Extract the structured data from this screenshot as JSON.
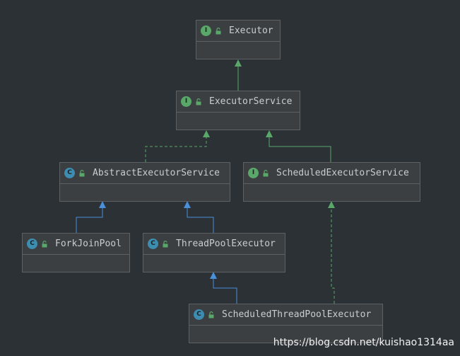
{
  "nodes": {
    "executor": {
      "name": "Executor",
      "kind": "interface",
      "badge": "I"
    },
    "executor_service": {
      "name": "ExecutorService",
      "kind": "interface",
      "badge": "I"
    },
    "abstract_executor_service": {
      "name": "AbstractExecutorService",
      "kind": "abstract-class",
      "badge": "C"
    },
    "scheduled_executor_service": {
      "name": "ScheduledExecutorService",
      "kind": "interface",
      "badge": "I"
    },
    "fork_join_pool": {
      "name": "ForkJoinPool",
      "kind": "class",
      "badge": "C"
    },
    "thread_pool_executor": {
      "name": "ThreadPoolExecutor",
      "kind": "class",
      "badge": "C"
    },
    "scheduled_thread_pool_executor": {
      "name": "ScheduledThreadPoolExecutor",
      "kind": "class",
      "badge": "C"
    }
  },
  "edges": [
    {
      "from": "executor_service",
      "to": "executor",
      "type": "extends",
      "style": "solid",
      "color": "#59a869"
    },
    {
      "from": "abstract_executor_service",
      "to": "executor_service",
      "type": "implements",
      "style": "dashed",
      "color": "#59a869"
    },
    {
      "from": "scheduled_executor_service",
      "to": "executor_service",
      "type": "extends",
      "style": "solid",
      "color": "#59a869"
    },
    {
      "from": "fork_join_pool",
      "to": "abstract_executor_service",
      "type": "extends",
      "style": "solid",
      "color": "#4a90d9"
    },
    {
      "from": "thread_pool_executor",
      "to": "abstract_executor_service",
      "type": "extends",
      "style": "solid",
      "color": "#4a90d9"
    },
    {
      "from": "scheduled_thread_pool_executor",
      "to": "thread_pool_executor",
      "type": "extends",
      "style": "solid",
      "color": "#4a90d9"
    },
    {
      "from": "scheduled_thread_pool_executor",
      "to": "scheduled_executor_service",
      "type": "implements",
      "style": "dashed",
      "color": "#59a869"
    }
  ],
  "colors": {
    "background": "#2b3135",
    "node_fill": "#3c3f41",
    "node_border": "#5e6163",
    "interface_badge": "#59a869",
    "class_badge": "#3d8db0",
    "text": "#c9cdd1"
  },
  "watermark": "https://blog.csdn.net/kuishao1314aa"
}
